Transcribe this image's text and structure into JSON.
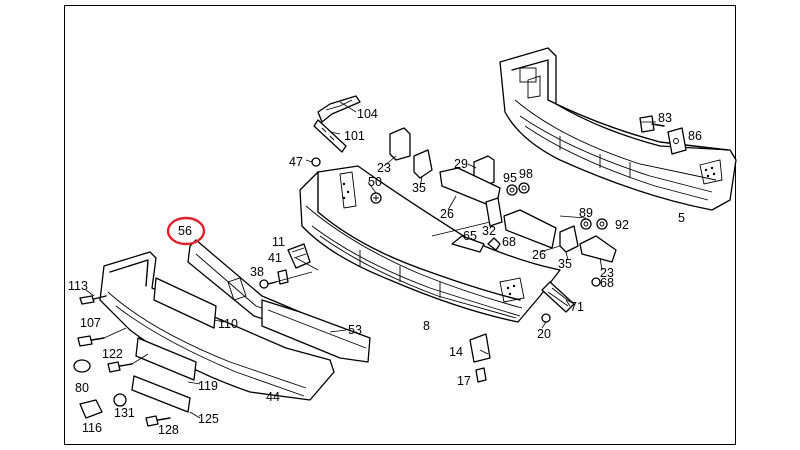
{
  "labels": {
    "p104": "104",
    "p101": "101",
    "p47": "47",
    "p23a": "23",
    "p50": "50",
    "p35a": "35",
    "p29": "29",
    "p95": "95",
    "p98": "98",
    "p26a": "26",
    "p32": "32",
    "p65": "65",
    "p68a": "68",
    "p26b": "26",
    "p89": "89",
    "p92": "92",
    "p35b": "35",
    "p23b": "23",
    "p68b": "68",
    "p71": "71",
    "p20": "20",
    "p8": "8",
    "p14": "14",
    "p17": "17",
    "p83": "83",
    "p86": "86",
    "p5": "5",
    "p56": "56",
    "p11": "11",
    "p41": "41",
    "p38": "38",
    "p110": "110",
    "p53": "53",
    "p113": "113",
    "p107": "107",
    "p122": "122",
    "p80": "80",
    "p119": "119",
    "p44": "44",
    "p131": "131",
    "p116": "116",
    "p125": "125",
    "p128": "128"
  },
  "highlight": {
    "label": "56",
    "color": "#e4202a"
  },
  "icons": [
    "bolt-icon",
    "clip-icon",
    "screw-icon",
    "plug-icon",
    "bracket-icon"
  ]
}
